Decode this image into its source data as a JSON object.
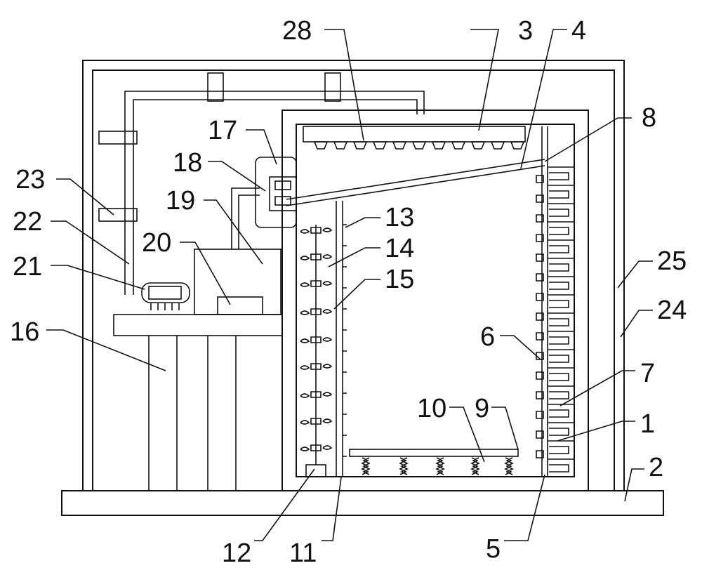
{
  "labels": {
    "l1": "1",
    "l2": "2",
    "l3": "3",
    "l4": "4",
    "l5": "5",
    "l6": "6",
    "l7": "7",
    "l8": "8",
    "l9": "9",
    "l10": "10",
    "l11": "11",
    "l12": "12",
    "l13": "13",
    "l14": "14",
    "l15": "15",
    "l16": "16",
    "l17": "17",
    "l18": "18",
    "l19": "19",
    "l20": "20",
    "l21": "21",
    "l22": "22",
    "l23": "23",
    "l24": "24",
    "l25": "25",
    "l28": "28"
  },
  "colors": {
    "line": "#111111",
    "background": "#ffffff",
    "insulation": "#d8d8d8"
  }
}
